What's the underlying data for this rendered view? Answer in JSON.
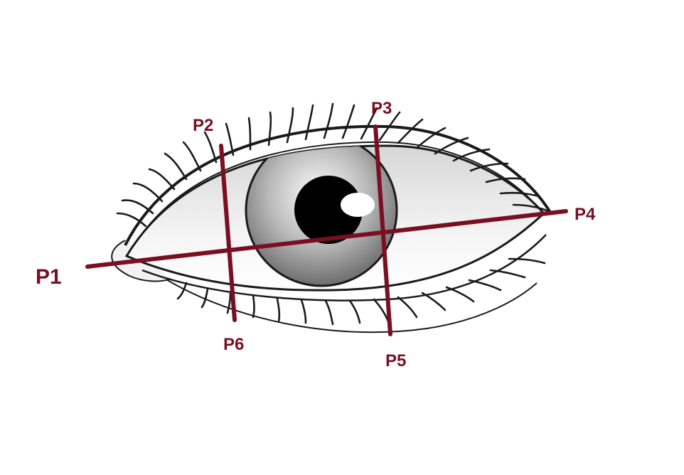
{
  "labels": {
    "p1": "P1",
    "p2": "P2",
    "p3": "P3",
    "p4": "P4",
    "p5": "P5",
    "p6": "P6"
  },
  "colors": {
    "landmark_line": "#7a0f22",
    "outline": "#1a1a1a",
    "background": "#ffffff"
  }
}
